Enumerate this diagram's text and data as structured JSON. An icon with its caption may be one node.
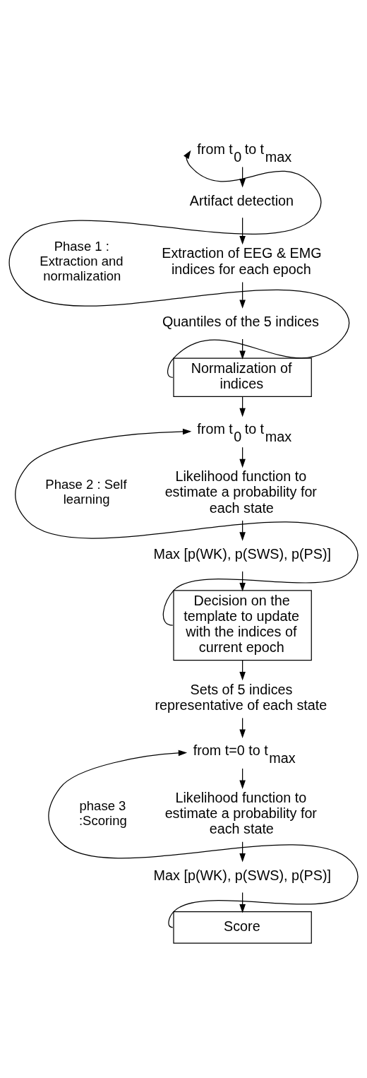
{
  "diagram": {
    "nodes": [
      {
        "text": [
          "from t$_{0}$ to t$_{max}$"
        ]
      },
      {
        "text": [
          "Artifact detection"
        ]
      },
      {
        "text": [
          "Extraction of EEG & EMG indices for each epoch"
        ]
      },
      {
        "text": [
          "Quantiles of the 5 indices"
        ]
      },
      {
        "text": [
          "Normalization of indices"
        ]
      },
      {
        "text": [
          "from t$_{0}$ to t$_{max}$"
        ]
      },
      {
        "text": [
          "Likelihood function to estimate a probability for each state"
        ]
      },
      {
        "text": [
          "Max [p(WK), p(SWS), p(PS)]"
        ]
      },
      {
        "text": [
          "Decision on the template to update with the indices of current epoch"
        ]
      },
      {
        "text": [
          "Sets of 5 indices representative of each state"
        ]
      },
      {
        "text": [
          "from t=0 to t$_{max}$"
        ]
      },
      {
        "text": [
          "Likelihood function to estimate a probability for each state"
        ]
      },
      {
        "text": [
          "Max [p(WK), p(SWS), p(PS)]"
        ]
      },
      {
        "text": [
          "Score"
        ]
      }
    ],
    "edges": [
      {
        "from": 0,
        "to": 1,
        "arrow": "to"
      },
      {
        "from": 1,
        "to": 2,
        "arrow": "to"
      },
      {
        "from": 2,
        "to": 3,
        "arrow": "to"
      },
      {
        "from": 3,
        "to": 4,
        "arrow": "to"
      },
      {
        "from": 4,
        "to": 0,
        "arrow": "to"
      },
      {
        "from": 4,
        "to": 5,
        "arrow": "to"
      },
      {
        "from": 5,
        "to": 6,
        "arrow": "to"
      },
      {
        "from": 6,
        "to": 7,
        "arrow": "to"
      },
      {
        "from": 7,
        "to": 8,
        "arrow": "to"
      },
      {
        "from": 8,
        "to": 5,
        "arrow": "to"
      },
      {
        "from": 8,
        "to": 9,
        "arrow": "to"
      },
      {
        "from": 9,
        "to": 10,
        "arrow": "to"
      },
      {
        "from": 10,
        "to": 11,
        "arrow": "to"
      },
      {
        "from": 11,
        "to": 12,
        "arrow": "to"
      },
      {
        "from": 12,
        "to": 13,
        "arrow": "to"
      },
      {
        "from": 13,
        "to": 10,
        "arrow": "to"
      }
    ],
    "labels": [
      "Phase 1 : Extraction and normalization",
      "Phase 2 : Self learning",
      "phase 3 :Scoring"
    ]
  }
}
